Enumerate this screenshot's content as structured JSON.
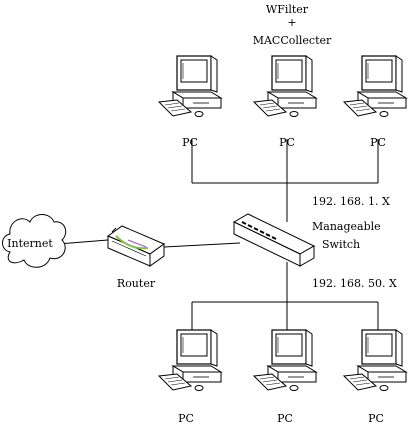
{
  "top_label": {
    "line1": "WFilter",
    "plus": "+",
    "line2": "MACCollecter"
  },
  "top_pcs": [
    "PC",
    "PC",
    "PC"
  ],
  "bottom_pcs": [
    "PC",
    "PC",
    "PC"
  ],
  "upper_network": "192. 168. 1. X",
  "lower_network": "192. 168. 50. X",
  "switch": {
    "line1": "Manageable",
    "line2": "Switch"
  },
  "internet": "Internet",
  "router": "Router",
  "colors": {
    "line": "#000000",
    "monitor_screen": "#ffffff",
    "router_accent": "#7fbf4a"
  }
}
